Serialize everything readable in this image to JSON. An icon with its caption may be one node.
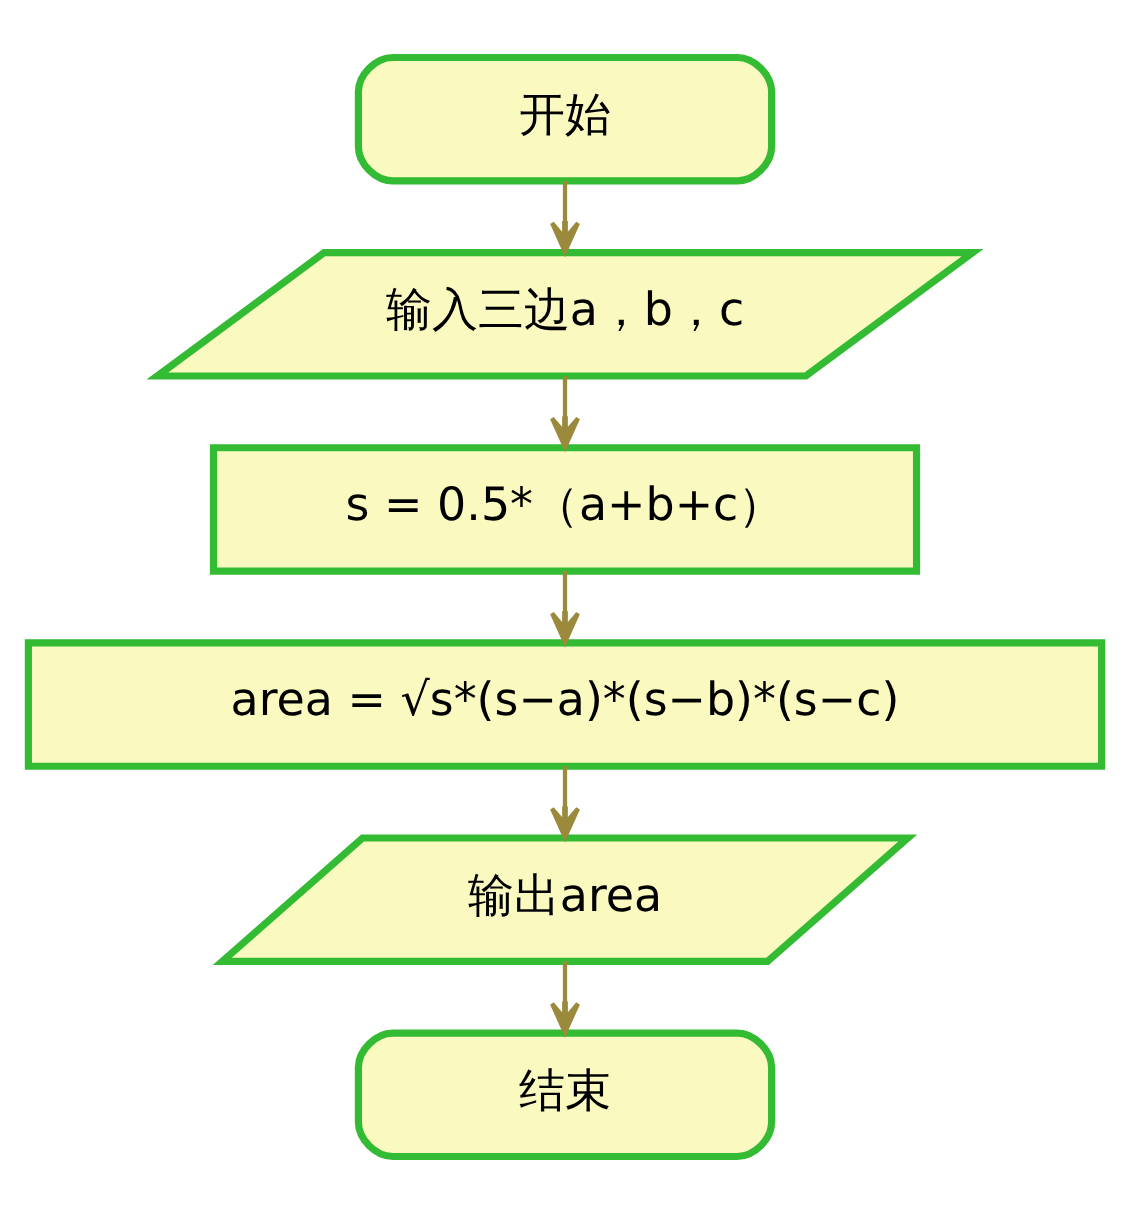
{
  "diagram": {
    "nodes": [
      {
        "text": [
          "开始"
        ]
      },
      {
        "text": [
          "输入三边a，b，c"
        ]
      },
      {
        "text": [
          "s = 0.5*（a+b+c）"
        ]
      },
      {
        "text": [
          "area = √s*(s−a)*(s−b)*(s−c)"
        ]
      },
      {
        "text": [
          "输出area"
        ]
      },
      {
        "text": [
          "结束"
        ]
      }
    ],
    "edges": [
      {
        "from": 0,
        "to": 1,
        "arrow": "to"
      },
      {
        "from": 1,
        "to": 2,
        "arrow": "to"
      },
      {
        "from": 2,
        "to": 3,
        "arrow": "to"
      },
      {
        "from": 3,
        "to": 4,
        "arrow": "to"
      },
      {
        "from": 4,
        "to": 5,
        "arrow": "to"
      }
    ]
  }
}
